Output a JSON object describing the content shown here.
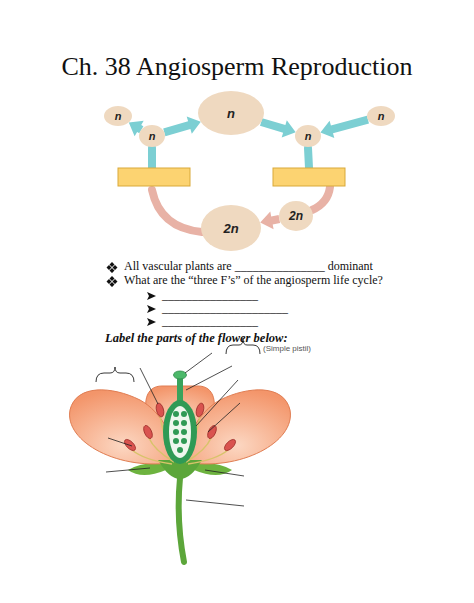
{
  "diagram": {
    "title": "Ch. 38 Angiosperm Reproduction",
    "nodes": [
      {
        "text": [
          "n"
        ]
      },
      {
        "text": [
          "n"
        ]
      },
      {
        "text": [
          "n"
        ]
      },
      {
        "text": [
          "n"
        ]
      },
      {
        "text": [
          "n"
        ]
      },
      {
        "text": [
          "2n"
        ]
      },
      {
        "text": [
          "2n"
        ]
      }
    ],
    "edges": [
      {
        "from": 3,
        "to": 1,
        "arrow": "to"
      },
      {
        "from": 1,
        "to": 4,
        "arrow": "to"
      },
      {
        "from": 2,
        "to": 4,
        "arrow": "to"
      },
      {
        "from": 3,
        "to": 0,
        "arrow": "to"
      },
      {
        "from": 5,
        "to": 6,
        "arrow": "to"
      }
    ],
    "labels": [
      "All vascular plants are _______________ dominant",
      "What are the “three F’s” of the angiosperm life cycle?",
      "________________",
      "_____________________",
      "________________",
      "Label the parts of the flower below:",
      "(Simple pistil)"
    ]
  }
}
